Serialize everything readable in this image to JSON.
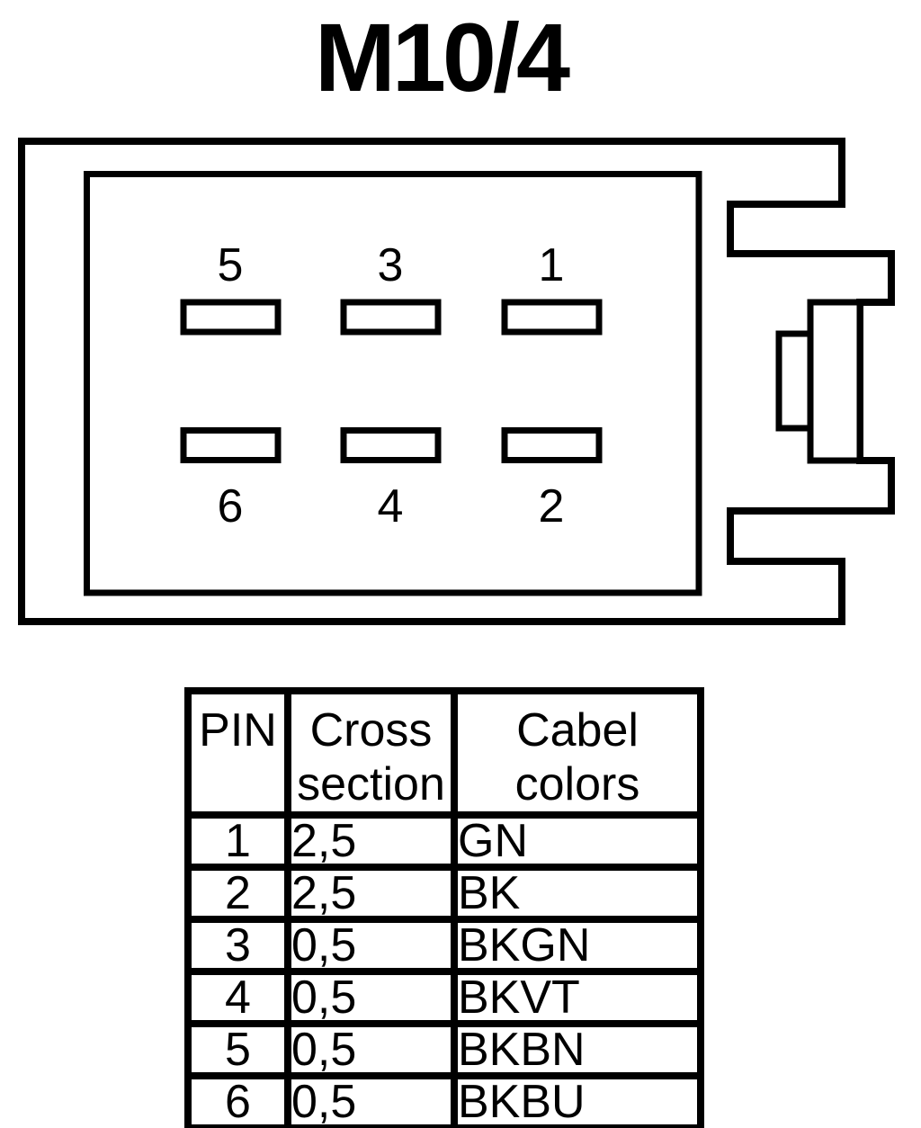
{
  "title": "M10/4",
  "connector": {
    "top_row_labels": [
      "5",
      "3",
      "1"
    ],
    "bottom_row_labels": [
      "6",
      "4",
      "2"
    ]
  },
  "table": {
    "headers": {
      "pin": "PIN",
      "cross_section": "Cross section",
      "cable_colors": "Cabel colors"
    },
    "rows": [
      {
        "pin": "1",
        "cross_section": "2,5",
        "cable_color": "GN"
      },
      {
        "pin": "2",
        "cross_section": "2,5",
        "cable_color": "BK"
      },
      {
        "pin": "3",
        "cross_section": "0,5",
        "cable_color": "BKGN"
      },
      {
        "pin": "4",
        "cross_section": "0,5",
        "cable_color": "BKVT"
      },
      {
        "pin": "5",
        "cross_section": "0,5",
        "cable_color": "BKBN"
      },
      {
        "pin": "6",
        "cross_section": "0,5",
        "cable_color": "BKBU"
      }
    ]
  },
  "colors": {
    "ink": "#000000",
    "background": "#ffffff"
  }
}
